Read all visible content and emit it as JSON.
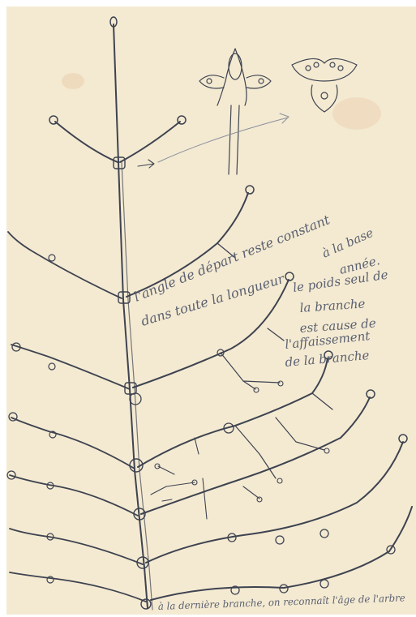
{
  "colors": {
    "paper": "#f4ead2",
    "pencil": "#3e4350",
    "faint": "#8a8f9a",
    "stain": "#e2b890"
  },
  "annotations": {
    "angle_note": [
      "l'angle de départ reste constant",
      "dans toute la longueur",
      "à la base"
    ],
    "weight_note": [
      "année.",
      "le poids seul de",
      "la branche",
      "est cause de",
      "l'affaissement",
      "de la branche"
    ],
    "bottom_note": "à la dernière branche, on reconnaît l'âge de l'arbre"
  }
}
